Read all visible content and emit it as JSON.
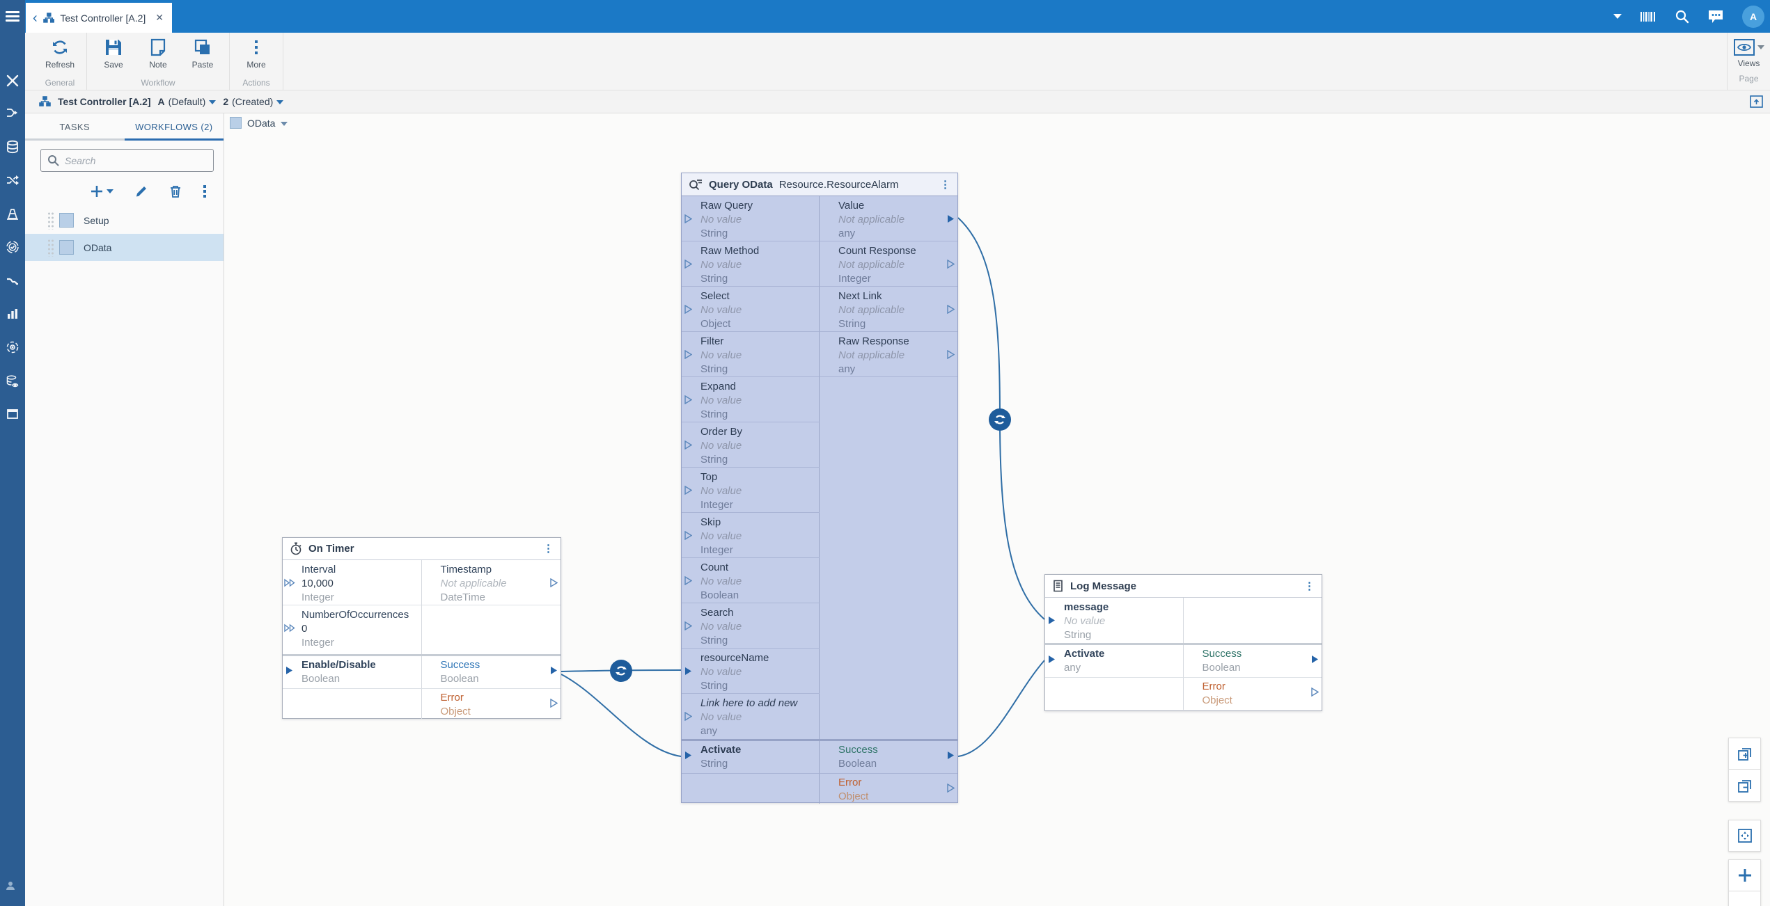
{
  "topbar": {
    "tab_title": "Test Controller [A.2]",
    "close_glyph": "✕",
    "back_glyph": "‹",
    "avatar_letter": "A"
  },
  "ribbon": {
    "groups": [
      {
        "label": "General",
        "buttons": [
          {
            "label": "Refresh"
          }
        ]
      },
      {
        "label": "Workflow",
        "buttons": [
          {
            "label": "Save"
          },
          {
            "label": "Note"
          },
          {
            "label": "Paste"
          }
        ]
      },
      {
        "label": "Actions",
        "buttons": [
          {
            "label": "More"
          }
        ]
      }
    ],
    "views_label": "Views",
    "page_group_label": "Page"
  },
  "breadcrumb": {
    "controller": "Test Controller [A.2]",
    "version": "A",
    "version_state": "(Default)",
    "instance": "2",
    "instance_state": "(Created)"
  },
  "panel": {
    "tabs": {
      "tasks": "TASKS",
      "workflows": "WORKFLOWS (2)"
    },
    "search_placeholder": "Search",
    "items": [
      {
        "label": "Setup"
      },
      {
        "label": "OData"
      }
    ]
  },
  "canvas": {
    "tab_label": "OData"
  },
  "nodes": {
    "on_timer": {
      "title": "On Timer",
      "kebab": "⋮",
      "interval": {
        "label": "Interval",
        "value": "10,000",
        "type": "Integer"
      },
      "timestamp": {
        "label": "Timestamp",
        "value": "Not applicable",
        "type": "DateTime"
      },
      "occurrences": {
        "label": "NumberOfOccurrences",
        "value": "0",
        "type": "Integer"
      },
      "enable": {
        "label": "Enable/Disable",
        "type": "Boolean"
      },
      "success": {
        "label": "Success",
        "type": "Boolean"
      },
      "error": {
        "label": "Error",
        "type": "Object"
      }
    },
    "query": {
      "title": "Query OData",
      "subtitle": "Resource.ResourceAlarm",
      "kebab": "⋮",
      "inputs": [
        {
          "label": "Raw Query",
          "value": "No value",
          "type": "String"
        },
        {
          "label": "Raw Method",
          "value": "No value",
          "type": "String"
        },
        {
          "label": "Select",
          "value": "No value",
          "type": "Object"
        },
        {
          "label": "Filter",
          "value": "No value",
          "type": "String"
        },
        {
          "label": "Expand",
          "value": "No value",
          "type": "String"
        },
        {
          "label": "Order By",
          "value": "No value",
          "type": "String"
        },
        {
          "label": "Top",
          "value": "No value",
          "type": "Integer"
        },
        {
          "label": "Skip",
          "value": "No value",
          "type": "Integer"
        },
        {
          "label": "Count",
          "value": "No value",
          "type": "Boolean"
        },
        {
          "label": "Search",
          "value": "No value",
          "type": "String"
        },
        {
          "label": "resourceName",
          "value": "No value",
          "type": "String"
        },
        {
          "label": "Link here to add new",
          "value": "No value",
          "type": "any"
        }
      ],
      "outputs": [
        {
          "label": "Value",
          "value": "Not applicable",
          "type": "any"
        },
        {
          "label": "Count Response",
          "value": "Not applicable",
          "type": "Integer"
        },
        {
          "label": "Next Link",
          "value": "Not applicable",
          "type": "String"
        },
        {
          "label": "Raw Response",
          "value": "Not applicable",
          "type": "any"
        }
      ],
      "activate": {
        "label": "Activate",
        "type": "String"
      },
      "success": {
        "label": "Success",
        "type": "Boolean"
      },
      "error": {
        "label": "Error",
        "type": "Object"
      }
    },
    "log": {
      "title": "Log Message",
      "kebab": "⋮",
      "message": {
        "label": "message",
        "value": "No value",
        "type": "String"
      },
      "activate": {
        "label": "Activate",
        "type": "any"
      },
      "success": {
        "label": "Success",
        "type": "Boolean"
      },
      "error": {
        "label": "Error",
        "type": "Object"
      }
    }
  },
  "colors": {
    "topbar": "#1b79c6",
    "sidebar": "#2c5d92",
    "accent": "#2a6fae",
    "selected_node_bg": "#c3cde9",
    "success_blue": "#2e75b6",
    "success_teal": "#2f7468",
    "error": "#bf6030",
    "edge": "#2f6ea6"
  }
}
